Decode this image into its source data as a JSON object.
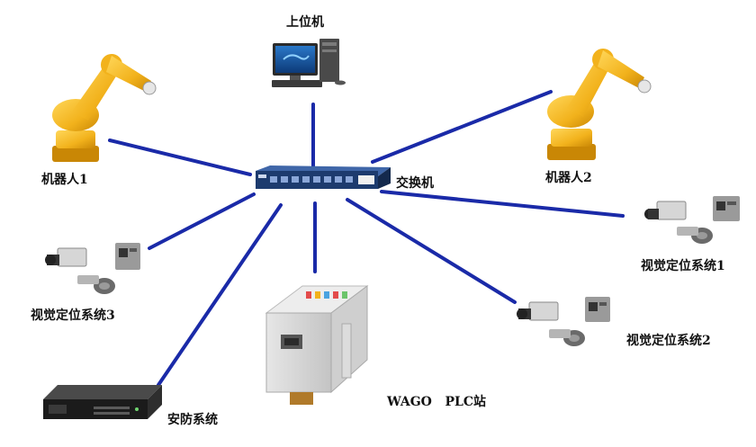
{
  "labels": {
    "host": "上位机",
    "robot1": "机器人1",
    "robot2": "机器人2",
    "switch": "交换机",
    "vision1": "视觉定位系统1",
    "vision2": "视觉定位系统2",
    "vision3": "视觉定位系统3",
    "security": "安防系统",
    "plc": "WAGO   PLC站"
  },
  "colors": {
    "link": "#1a2aa8",
    "robot": "#f2b21c",
    "switch": "#1d3b6e"
  },
  "icons": {
    "host": "desktop-computer-icon",
    "robot": "industrial-robot-arm-icon",
    "switch": "network-switch-icon",
    "vision": "industrial-camera-icon",
    "security": "rack-server-icon",
    "plc": "plc-module-icon"
  }
}
